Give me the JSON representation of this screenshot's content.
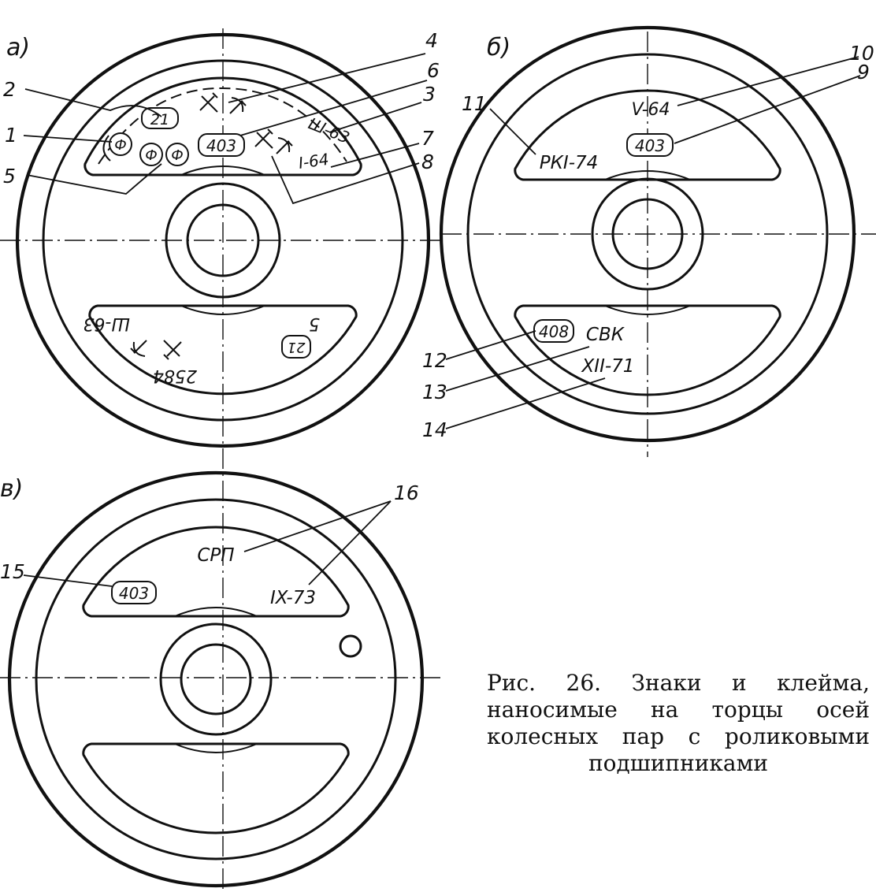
{
  "caption": "Рис. 26. Знаки и клейма, наносимые на торцы осей колесных пар с роликовыми подшипниками",
  "panels": {
    "a": {
      "label": "а)",
      "numbers": [
        "1",
        "2",
        "3",
        "4",
        "5",
        "6",
        "7",
        "8"
      ],
      "upper": {
        "n21": "21",
        "n403": "403",
        "f": "Ф",
        "month": "Ш-63",
        "year": "I-64"
      },
      "lower": {
        "month": "Ш-63",
        "n5": "5",
        "n21": "21",
        "serial": "2584"
      }
    },
    "b": {
      "label": "б)",
      "numbers": [
        "9",
        "10",
        "11",
        "12",
        "13",
        "14"
      ],
      "upper": {
        "year": "V-64",
        "n403": "403",
        "rk": "РКI-74"
      },
      "lower": {
        "n408": "408",
        "cbk": "СВК",
        "month": "XII-71"
      }
    },
    "v": {
      "label": "в)",
      "numbers": [
        "15",
        "16"
      ],
      "upper": {
        "n403": "403",
        "srp": "СРП",
        "month": "IX-73"
      }
    }
  }
}
